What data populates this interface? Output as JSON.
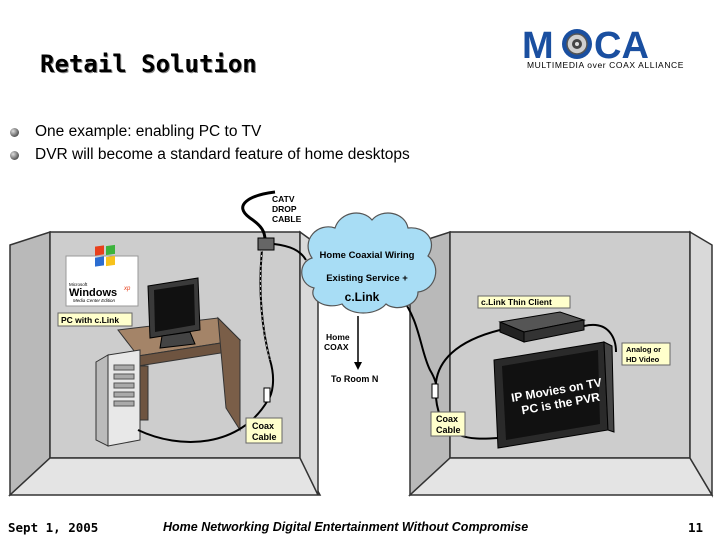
{
  "slide": {
    "title": "Retail Solution",
    "bullets": [
      "One example:  enabling PC to TV",
      "DVR will become a standard feature of home desktops"
    ]
  },
  "logo": {
    "text_left": "M",
    "text_right": "CA",
    "subtitle": "MULTIMEDIA over COAX ALLIANCE"
  },
  "diagram": {
    "catv_label": [
      "CATV",
      "DROP",
      "CABLE"
    ],
    "cloud_line1": "Home Coaxial Wiring",
    "cloud_line2": "Existing Service +",
    "cloud_line3": "c.Link",
    "home_coax": [
      "Home",
      "COAX"
    ],
    "to_room": "To Room N",
    "windows_small": "Microsoft",
    "windows_brand": "Windows",
    "windows_xp": "xp",
    "windows_edition": "Media Center Edition",
    "pc_label": "PC with c.Link",
    "coax_cable_left": [
      "Coax",
      "Cable"
    ],
    "coax_cable_right": [
      "Coax",
      "Cable"
    ],
    "thin_client_label": "c.Link Thin Client",
    "analog_label": [
      "Analog or",
      "HD Video"
    ],
    "tv_screen": [
      "IP Movies on TV",
      "PC is the PVR"
    ]
  },
  "footer": {
    "date": "Sept 1, 2005",
    "center": "Home Networking Digital Entertainment Without Compromise",
    "page": "11"
  },
  "colors": {
    "logo_blue": "#1a4fa0",
    "cloud": "#a8ddf5",
    "label_yellow": "#ffffcc",
    "desk": "#8b6f57",
    "room_wall": "#c9c9c9"
  }
}
